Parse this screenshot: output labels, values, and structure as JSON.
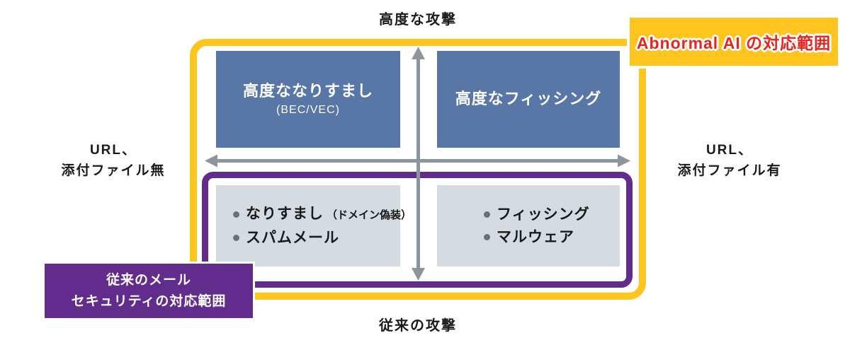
{
  "diagram": {
    "axis": {
      "top": "高度な攻撃",
      "bottom": "従来の攻撃",
      "left_line1": "URL、",
      "left_line2": "添付ファイル無",
      "right_line1": "URL、",
      "right_line2": "添付ファイル有"
    },
    "quadrants": {
      "top_left": {
        "title": "高度ななりすまし",
        "subtitle": "(BEC/VEC)"
      },
      "top_right": {
        "title": "高度なフィッシング"
      },
      "bottom_left": {
        "items": [
          {
            "label": "なりすまし",
            "note": "（ドメイン偽装）"
          },
          {
            "label": "スパムメール"
          }
        ]
      },
      "bottom_right": {
        "items": [
          {
            "label": "フィッシング"
          },
          {
            "label": "マルウェア"
          }
        ]
      }
    },
    "callouts": {
      "abnormal_coverage": "Abnormal AI の対応範囲",
      "legacy_line1": "従来のメール",
      "legacy_line2": "セキュリティの対応範囲"
    },
    "colors": {
      "yellow": "#FDC51D",
      "purple": "#612C8B",
      "blue": "#5877A7",
      "light_gray": "#D4DCE1",
      "arrow_gray": "#8C959B",
      "red": "#E62420",
      "text_black": "#1A1A1A"
    }
  }
}
